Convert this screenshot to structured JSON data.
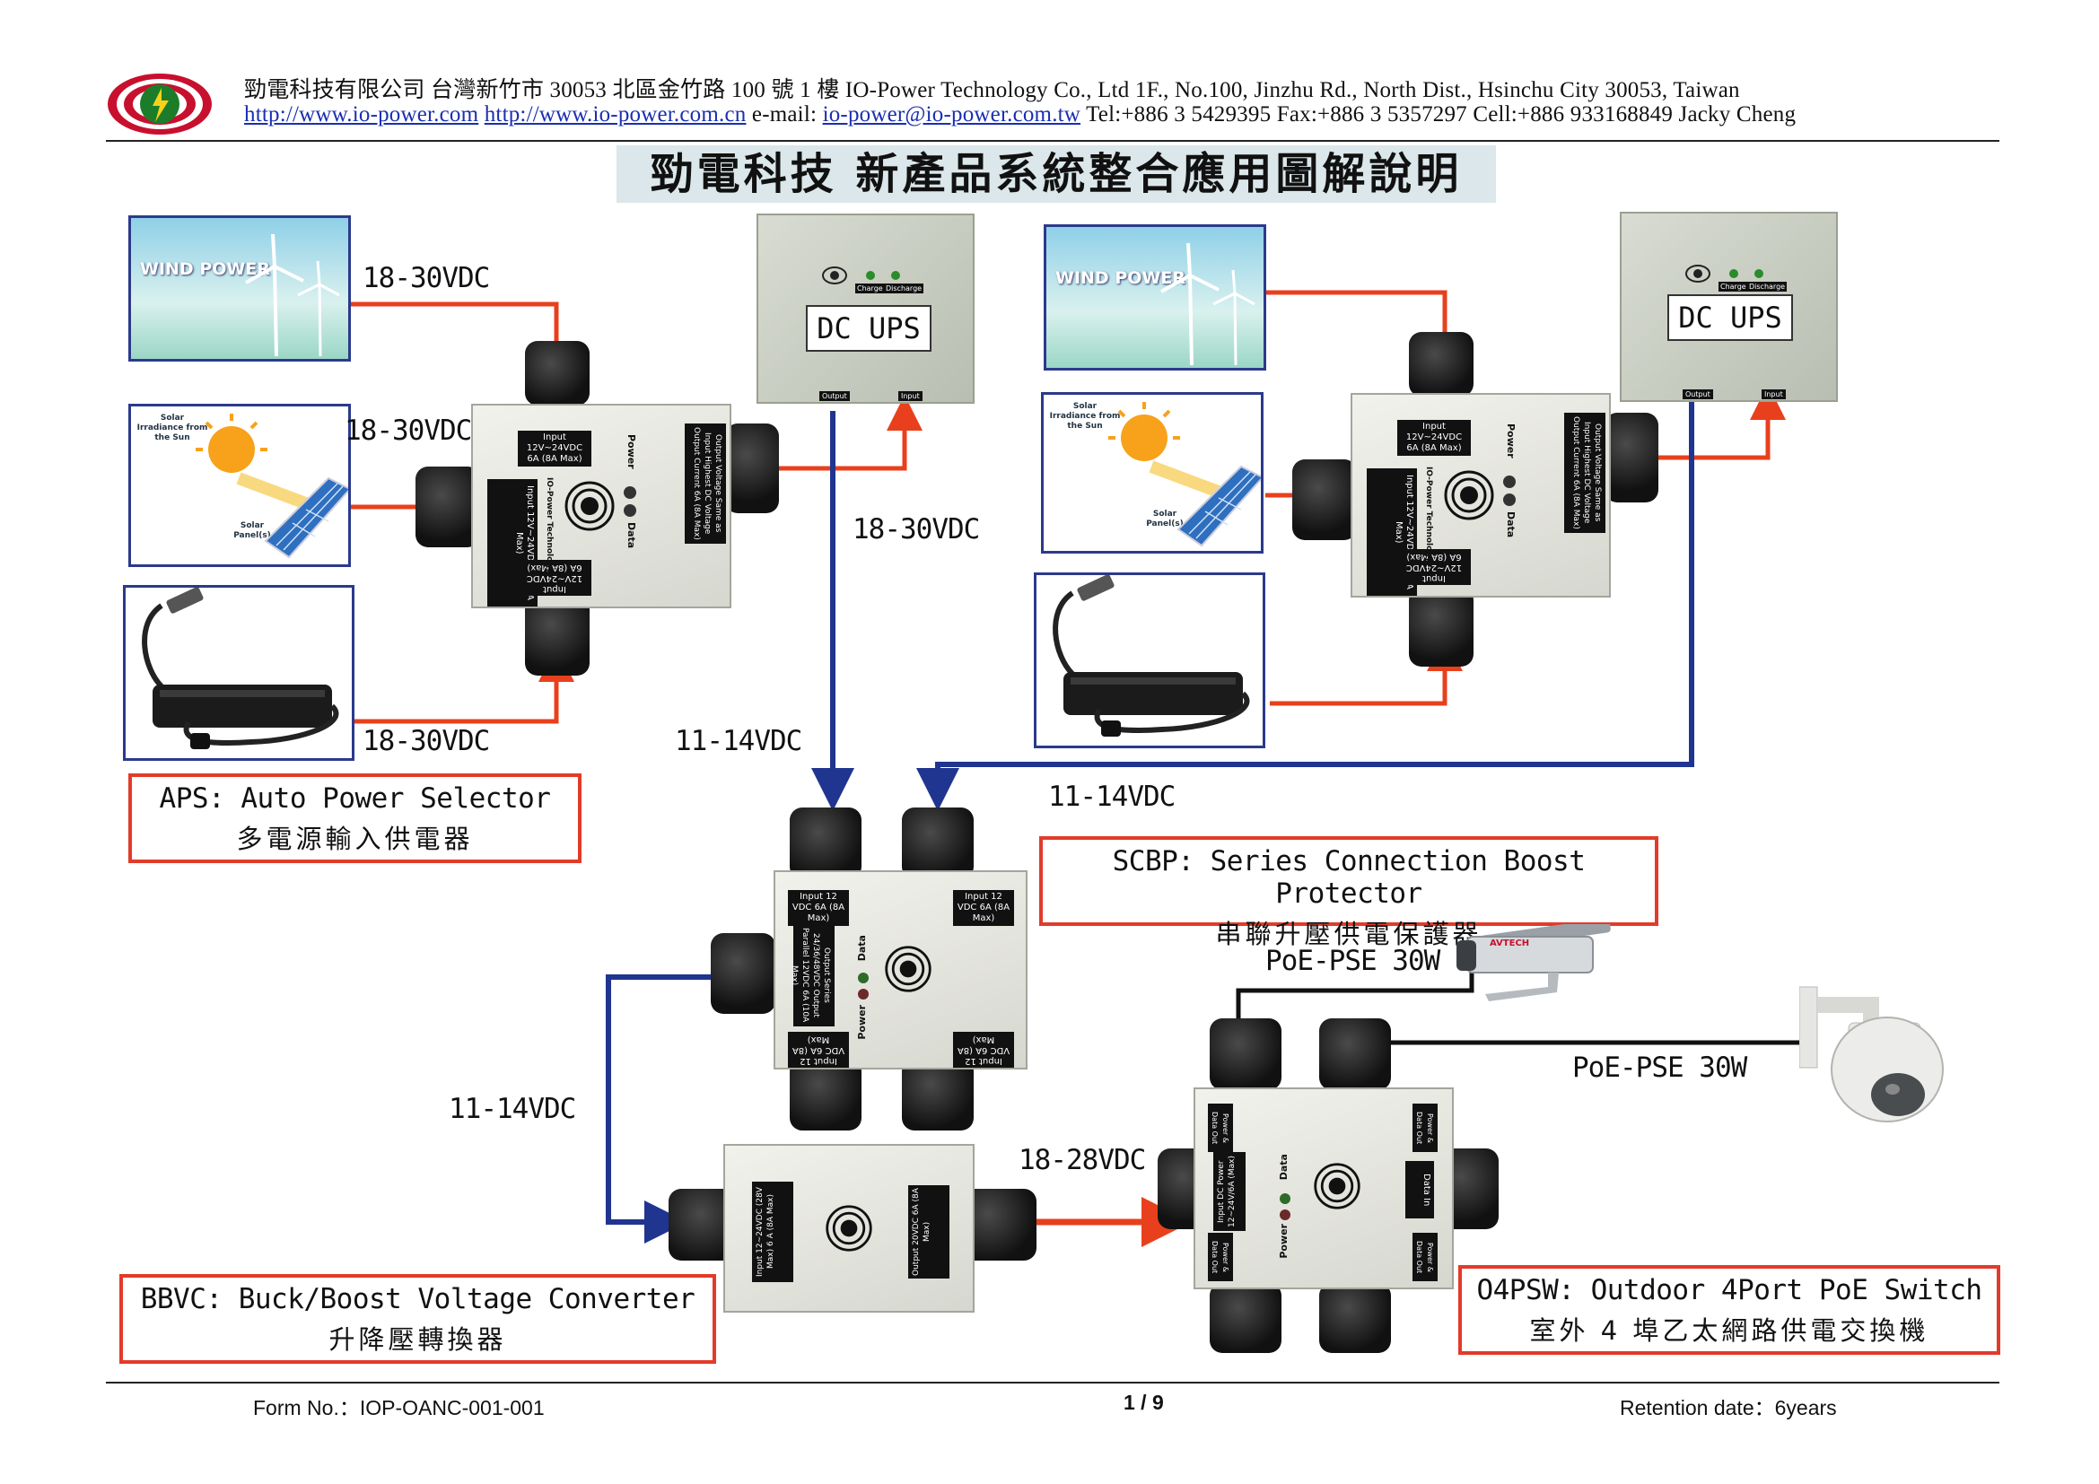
{
  "header": {
    "line1": "勁電科技有限公司   台灣新竹市 30053 北區金竹路 100 號 1 樓 IO-Power Technology Co., Ltd    1F., No.100, Jinzhu Rd., North Dist., Hsinchu City 30053, Taiwan",
    "url1": "http://www.io-power.com",
    "url2": "http://www.io-power.com.cn",
    "email_label": " e-mail: ",
    "email": "io-power@io-power.com.tw",
    "contact": " Tel:+886 3 5429395 Fax:+886 3 5357297 Cell:+886 933168849 Jacky Cheng"
  },
  "title": "勁電科技  新產品系統整合應用圖解說明",
  "sources": {
    "wind_label": "WIND POWER",
    "solar_label_1": "Solar Irradiance from the Sun",
    "solar_label_2": "Solar Panel(s)"
  },
  "ups": {
    "label": "DC UPS",
    "port_out": "Output",
    "port_in": "Input",
    "led1": "Charge",
    "led2": "Discharge"
  },
  "aps_device": {
    "tag_top": "Input 12V~24VDC 6A (8A Max)",
    "tag_left": "Input 12V~24VDC 6A (8A Max)",
    "tag_bottom": "Input 12V~24VDC 6A (8A Max)",
    "tag_out": "Output Voltage Same as Input Highest DC Voltage Output Current 6A (8A Max)",
    "power": "Power",
    "data": "Data",
    "brand": "IO-Power Technology"
  },
  "scbp_device": {
    "tag_in1": "Input 12 VDC 6A (8A Max)",
    "tag_in2": "Input 12 VDC 6A (8A Max)",
    "tag_out": "Output Series 24/36/48VDC Output Parallel 12VDC 6A (10A Max)",
    "tag_b1": "Input 12 VDC 6A (8A Max)",
    "tag_b2": "Input 12 VDC 6A (8A Max)",
    "power": "Power",
    "data": "Data"
  },
  "bbvc_device": {
    "tag_in": "Input 12~24VDC (28V Max) 6 A (8A Max)",
    "tag_out": "Output 20VDC 6A (8A Max)"
  },
  "psw_device": {
    "tag_input": "Input DC Power 12~24V/6A (Max)",
    "pd1": "Power & Data Out",
    "pd2": "Power & Data Out",
    "pd3": "Power & Data Out",
    "pd4": "Power & Data Out",
    "data_in": "Data In",
    "power": "Power",
    "data": "Data"
  },
  "voltages": {
    "v1": "18-30VDC",
    "v2": "18-30VDC",
    "v3": "18-30VDC",
    "v4": "18-30VDC",
    "v5": "11-14VDC",
    "v6": "11-14VDC",
    "v7": "11-14VDC",
    "v8": "18-28VDC",
    "poe1": "PoE-PSE 30W",
    "poe2": "PoE-PSE 30W"
  },
  "camera_brand": "AVTECH",
  "captions": {
    "aps_en": "APS: Auto Power Selector",
    "aps_zh": "多電源輸入供電器",
    "scbp_en": "SCBP: Series Connection Boost Protector",
    "scbp_zh": "串聯升壓供電保護器",
    "bbvc_en": "BBVC: Buck/Boost Voltage Converter",
    "bbvc_zh": "升降壓轉換器",
    "psw_en": "O4PSW: Outdoor 4Port PoE Switch",
    "psw_zh": "室外 4 埠乙太網路供電交換機"
  },
  "footer": {
    "form": "Form No.：IOP-OANC-001-001",
    "page": "1 / 9",
    "retention": "Retention date：6years"
  },
  "colors": {
    "red_wire": "#e8401c",
    "blue_wire": "#1f3590",
    "caption_border": "#e23b2a",
    "box_border": "#2b3a8c"
  }
}
